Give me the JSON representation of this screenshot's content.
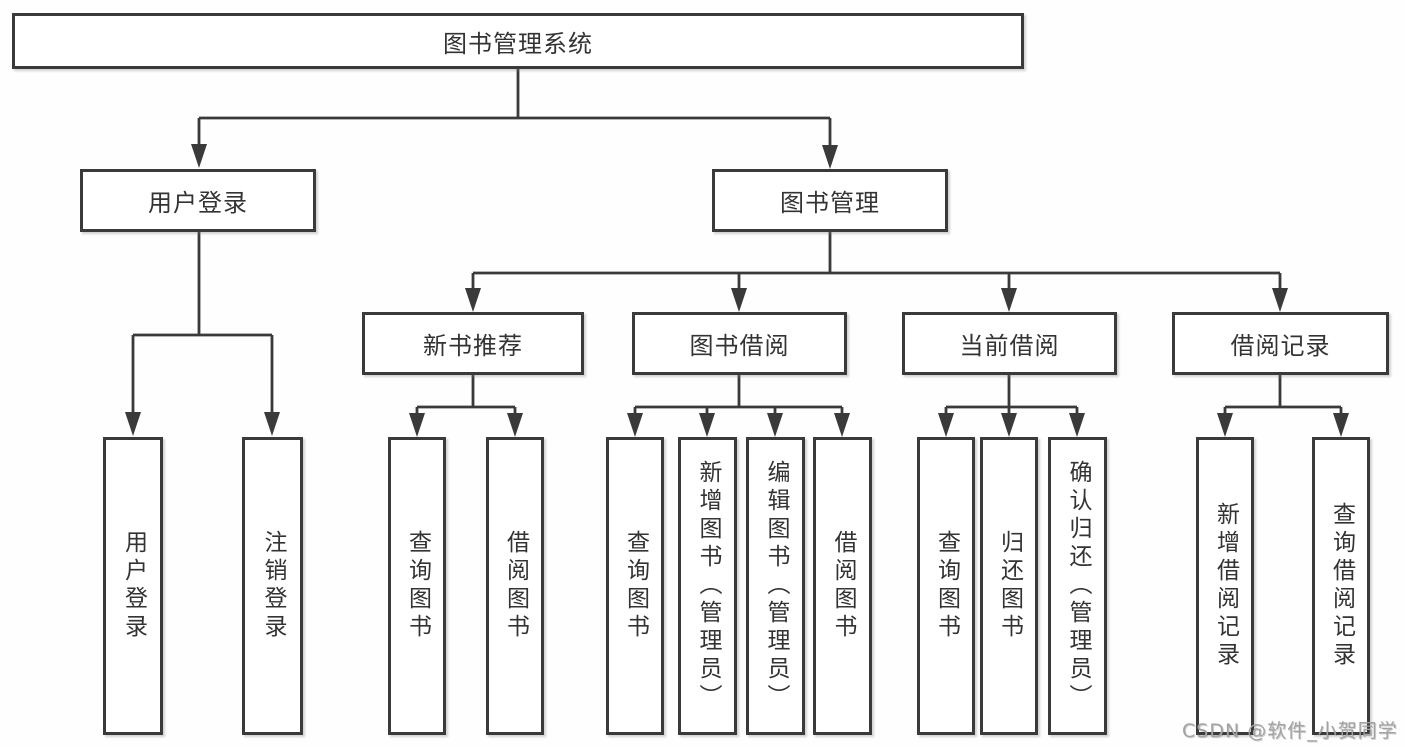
{
  "diagram": {
    "root": {
      "label": "图书管理系统"
    },
    "branches": [
      {
        "label": "用户登录",
        "children": [
          {
            "label": "用户登录"
          },
          {
            "label": "注销登录"
          }
        ]
      },
      {
        "label": "图书管理",
        "children": [
          {
            "label": "新书推荐",
            "children": [
              {
                "label": "查询图书"
              },
              {
                "label": "借阅图书"
              }
            ]
          },
          {
            "label": "图书借阅",
            "children": [
              {
                "label": "查询图书"
              },
              {
                "label": "新增图书（管理员）"
              },
              {
                "label": "编辑图书（管理员）"
              },
              {
                "label": "借阅图书"
              }
            ]
          },
          {
            "label": "当前借阅",
            "children": [
              {
                "label": "查询图书"
              },
              {
                "label": "归还图书"
              },
              {
                "label": "确认归还（管理员）"
              }
            ]
          },
          {
            "label": "借阅记录",
            "children": [
              {
                "label": "新增借阅记录"
              },
              {
                "label": "查询借阅记录"
              }
            ]
          }
        ]
      }
    ]
  },
  "watermark": {
    "text": "CSDN @软件_小贺同学"
  },
  "colors": {
    "line": "#3a3a3a",
    "box_border": "#3a3a3a",
    "box_fill": "#ffffff",
    "text": "#333333",
    "watermark_text": "#a3a3a3",
    "background": "#fefefe"
  }
}
